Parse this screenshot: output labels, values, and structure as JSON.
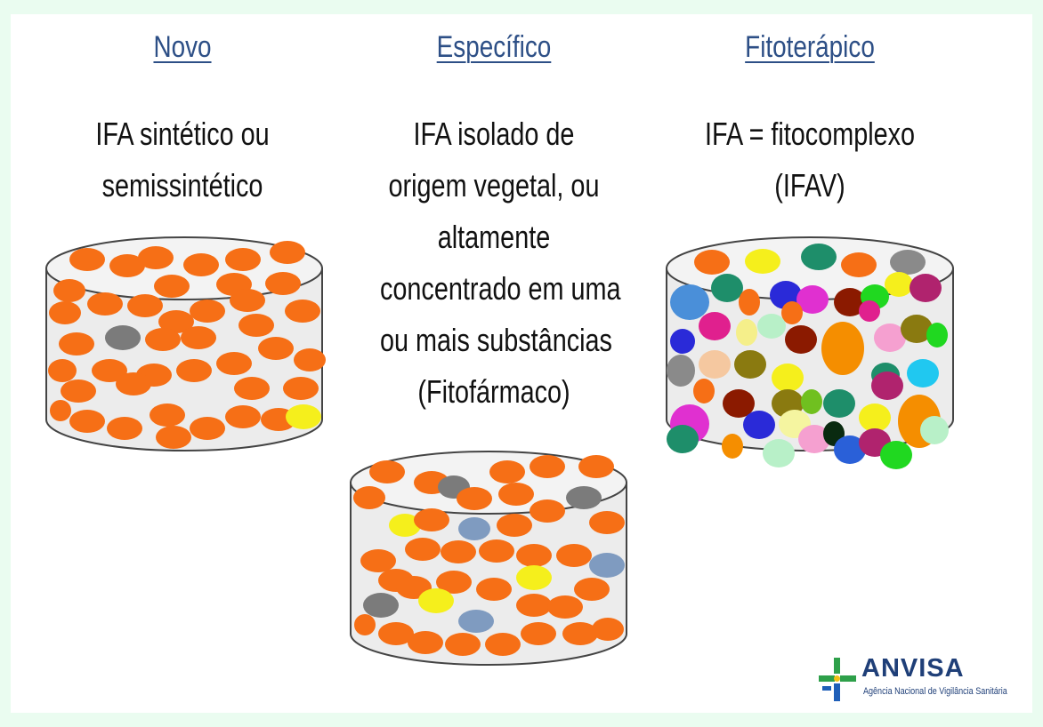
{
  "columns": [
    {
      "title": "Novo",
      "lines": [
        "IFA sintético ou",
        "semissintético"
      ]
    },
    {
      "title": "Específico",
      "lines": [
        "IFA isolado de",
        "origem vegetal, ou",
        "altamente",
        "concentrado em uma",
        "ou mais substâncias",
        "(Fitofármaco)"
      ]
    },
    {
      "title": "Fitoterápico",
      "lines": [
        "IFA = fitocomplexo",
        "(IFAV)"
      ]
    }
  ],
  "logo": {
    "name": "ANVISA",
    "subtitle": "Agência Nacional de Vigilância Sanitária"
  },
  "colors": {
    "title": "#2d4f86",
    "orange": "#f66f16",
    "gray": "#7b7b7b",
    "yellow": "#f5ef1c",
    "steel_blue": "#7f9bc0",
    "background": "#eafcf0"
  },
  "icons": [
    "anvisa-cross-icon"
  ]
}
